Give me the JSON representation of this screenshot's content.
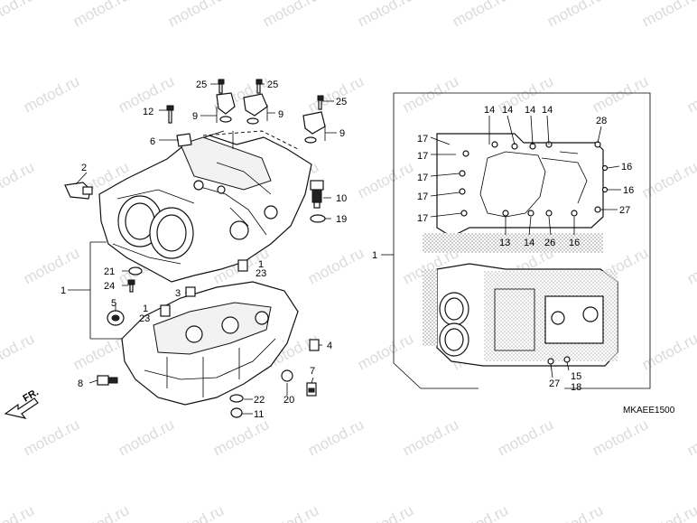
{
  "watermark": {
    "text": "motod.ru",
    "color": "#bdbdbd"
  },
  "diagram_code": "MKAEE1500",
  "direction_label": "FR.",
  "callouts": {
    "c1_main_left": "1",
    "c1_right_view": "1",
    "c1_dowel_upper": "1",
    "c1_dowel_lower": "1",
    "c2": "2",
    "c3": "3",
    "c4": "4",
    "c5": "5",
    "c6": "6",
    "c7": "7",
    "c8": "8",
    "c9_a": "9",
    "c9_b": "9",
    "c9_c": "9",
    "c10": "10",
    "c11": "11",
    "c12": "12",
    "c19": "19",
    "c20": "20",
    "c21": "21",
    "c22": "22",
    "c23_upper": "23",
    "c23_lower": "23",
    "c24": "24",
    "c25_a": "25",
    "c25_b": "25",
    "c25_c": "25",
    "r14_a": "14",
    "r14_b": "14",
    "r14_c": "14",
    "r14_d": "14",
    "r28": "28",
    "r17_a": "17",
    "r17_b": "17",
    "r17_c": "17",
    "r17_d": "17",
    "r17_e": "17",
    "r16_a": "16",
    "r16_b": "16",
    "r16_c": "16",
    "r27_a": "27",
    "r27_b": "27",
    "r13": "13",
    "r14_e": "14",
    "r26": "26",
    "r15": "15",
    "r18": "18"
  }
}
